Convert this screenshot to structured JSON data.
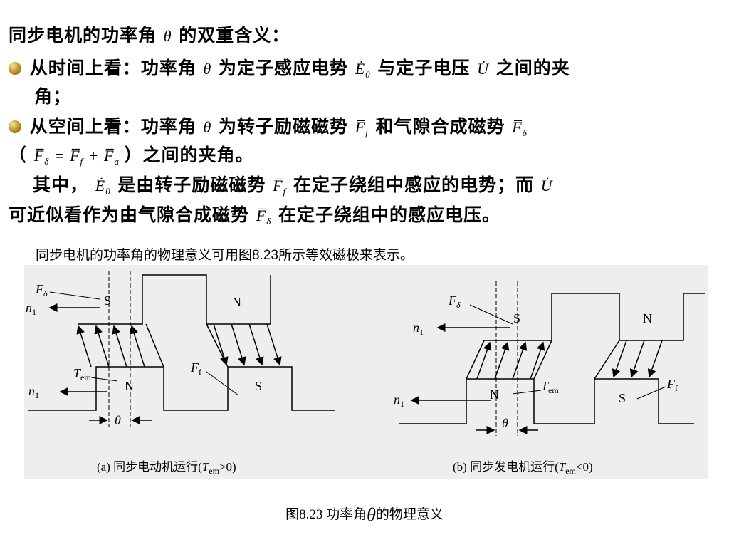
{
  "text": {
    "l1a": "同步电机的功率角",
    "l1b": "的双重含义：",
    "l2a": "从时间上看：功率角",
    "l2b": "为定子感应电势",
    "l2c": "与定子电压",
    "l2d": "之间的夹",
    "l3": "角；",
    "l4a": "从空间上看：功率角",
    "l4b": "为转子励磁磁势",
    "l4c": "和气隙合成磁势",
    "l5a": "（",
    "l5b": "）之间的夹角。",
    "l6a": "其中，",
    "l6b": "是由转子励磁磁势",
    "l6c": "在定子绕组中感应的电势；而",
    "l7a": "可近似看作为由气隙合成磁势",
    "l7b": "在定子绕组中的感应电压。"
  },
  "sym": {
    "theta": "θ",
    "E": "Ė",
    "zero": "0",
    "U": "U̇",
    "F": "F̅",
    "f": "f",
    "delta": "δ",
    "a": "a",
    "eq": "=",
    "plus": "+"
  },
  "caption": "同步电机的功率角的物理意义可用图8.23所示等效磁极来表示。",
  "figure": {
    "label_S": "S",
    "label_N": "N",
    "label_n1": "n",
    "label_n1_sub": "1",
    "label_T": "T",
    "label_em": "em",
    "label_F": "F",
    "label_delta": "δ",
    "label_f": "f",
    "label_theta": "θ",
    "caption_a_pre": "(a) 同步电动机运行(",
    "caption_a_post": ">0)",
    "caption_b_pre": "(b) 同步发电机运行(",
    "caption_b_post": "<0)",
    "title_pre": "图8.23  功率角",
    "title_theta": "θ",
    "title_post": "的物理意义"
  }
}
